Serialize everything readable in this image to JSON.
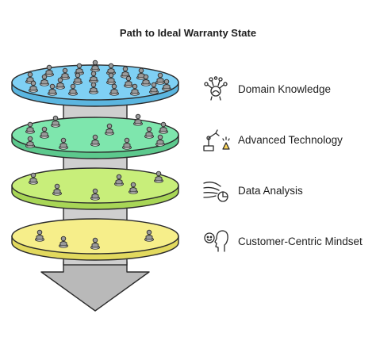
{
  "title": "Path to Ideal Warranty State",
  "layers": [
    {
      "label": "Domain Knowledge",
      "icon": "brain-network-icon",
      "fill": "#7fd0f4",
      "people": 24
    },
    {
      "label": "Advanced Technology",
      "icon": "robot-arm-icon",
      "fill": "#7ee6ad",
      "people": 12
    },
    {
      "label": "Data Analysis",
      "icon": "data-flow-icon",
      "fill": "#c8ee7a",
      "people": 6
    },
    {
      "label": "Customer-Centric Mindset",
      "icon": "customer-head-icon",
      "fill": "#f6ee8a",
      "people": 4
    }
  ],
  "colors": {
    "column": "#cfcfcf",
    "arrow": "#b9b9b9",
    "stroke": "#2b2b2b",
    "person": "#9a9a9a"
  }
}
